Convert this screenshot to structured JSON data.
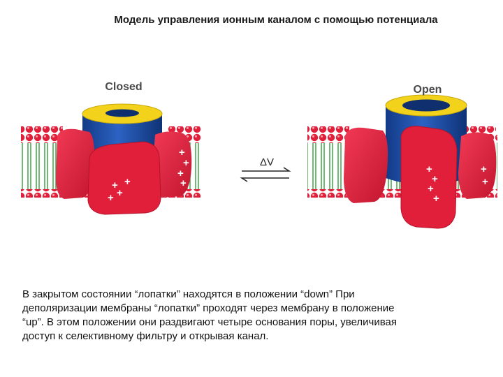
{
  "slide": {
    "title": "Модель управления ионным каналом с помощью потенциала"
  },
  "figure": {
    "closed_label": "Closed",
    "open_label": "Open",
    "delta_v_label": "ΔV",
    "plus_sign": "+",
    "colors": {
      "pore_blue": "#1c4fa8",
      "pore_yellow": "#f2d21b",
      "paddle_red": "#e0223c",
      "lipid_head": "#e0203a",
      "lipid_tail": "#2e9b3a"
    }
  },
  "caption": {
    "line1": "В закрытом состоянии  “лопатки” находятся в положении “down”   При",
    "line2": "деполяризации мембраны “лопатки” проходят через мембрану в положение",
    "line3": " “up”. В этом положении они раздвигают четыре основания поры, увеличивая",
    "line4": " доступ к селективному фильтру и открывая канал."
  }
}
